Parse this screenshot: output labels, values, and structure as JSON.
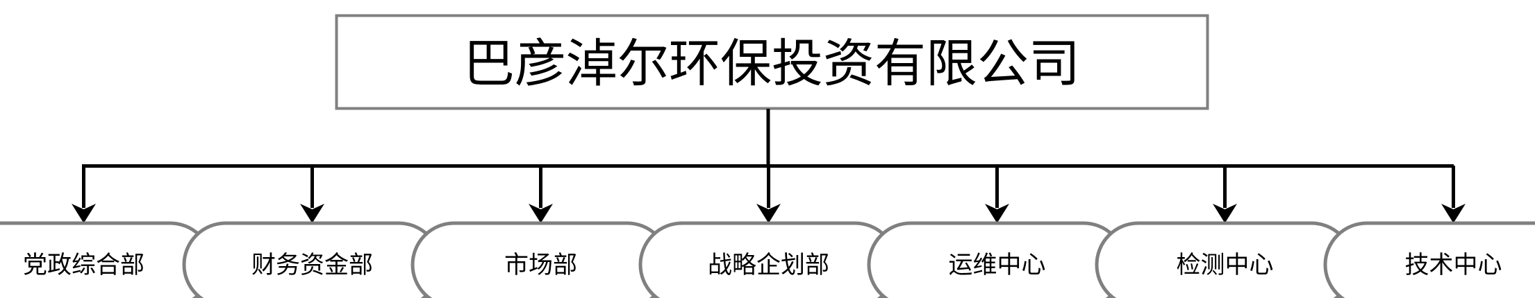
{
  "diagram": {
    "type": "org-chart",
    "orientation": "top-down",
    "background_color": "#ffffff",
    "root": {
      "label": "巴彦淖尔环保投资有限公司",
      "shape": "rectangle",
      "border_color": "#808080",
      "fill_color": "#ffffff",
      "text_color": "#000000"
    },
    "connector": {
      "style": "orthogonal-bus-with-arrowheads",
      "line_color": "#000000",
      "arrow_color": "#000000"
    },
    "children_shape": "rounded-pill",
    "children_border_color": "#808080",
    "children_fill_color": "#ffffff",
    "children_text_color": "#000000",
    "children": [
      {
        "label": "党政综合部"
      },
      {
        "label": "财务资金部"
      },
      {
        "label": "市场部"
      },
      {
        "label": "战略企划部"
      },
      {
        "label": "运维中心"
      },
      {
        "label": "检测中心"
      },
      {
        "label": "技术中心"
      }
    ]
  }
}
